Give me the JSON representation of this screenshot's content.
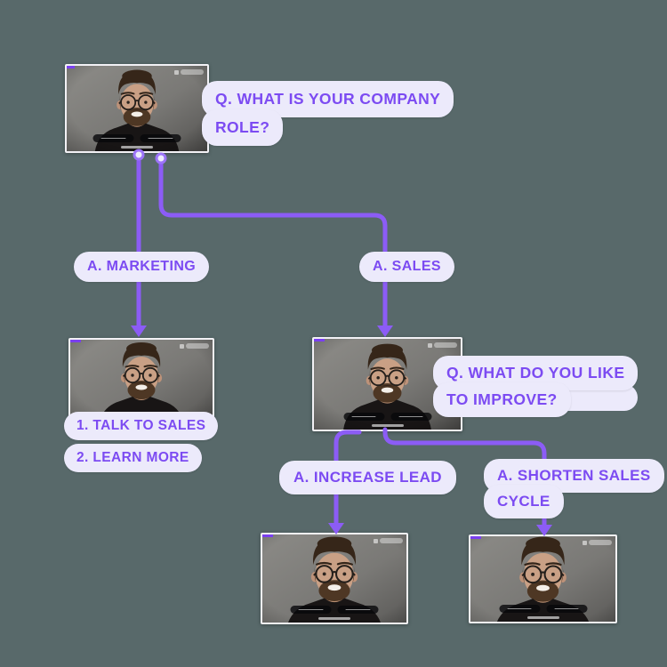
{
  "canvas": {
    "background_color": "#58696A",
    "accent_text_color": "#7C4BF2",
    "connector_color": "#8C5CF6",
    "bubble_bg_color": "#ECEAFB"
  },
  "bubbles": {
    "q_role": {
      "line1": "Q. WHAT IS YOUR COMPANY",
      "line2": "ROLE?"
    },
    "a_marketing": {
      "label": "A. MARKETING"
    },
    "a_sales": {
      "label": "A. SALES"
    },
    "opt_talk_to_sales": {
      "label": "1. TALK TO SALES"
    },
    "opt_learn_more": {
      "label": "2. LEARN MORE"
    },
    "q_improve": {
      "line1": "Q. WHAT DO YOU LIKE",
      "line2": "TO IMPROVE?"
    },
    "a_increase_lead": {
      "label": "A. INCREASE LEAD"
    },
    "a_shorten_cycle": {
      "line1": "A. SHORTEN SALES",
      "line2": "CYCLE"
    }
  },
  "videos": [
    {
      "name": "intro-question-video"
    },
    {
      "name": "marketing-branch-video"
    },
    {
      "name": "sales-branch-video"
    },
    {
      "name": "increase-lead-video"
    },
    {
      "name": "shorten-sales-cycle-video"
    }
  ],
  "icons": {
    "progress_dash": "video-progress-dash",
    "watermark": "brand-watermark",
    "choice_buttons": "answer-choice-buttons",
    "connector_node": "branch-port-circle",
    "arrowhead": "flow-arrow-down"
  }
}
